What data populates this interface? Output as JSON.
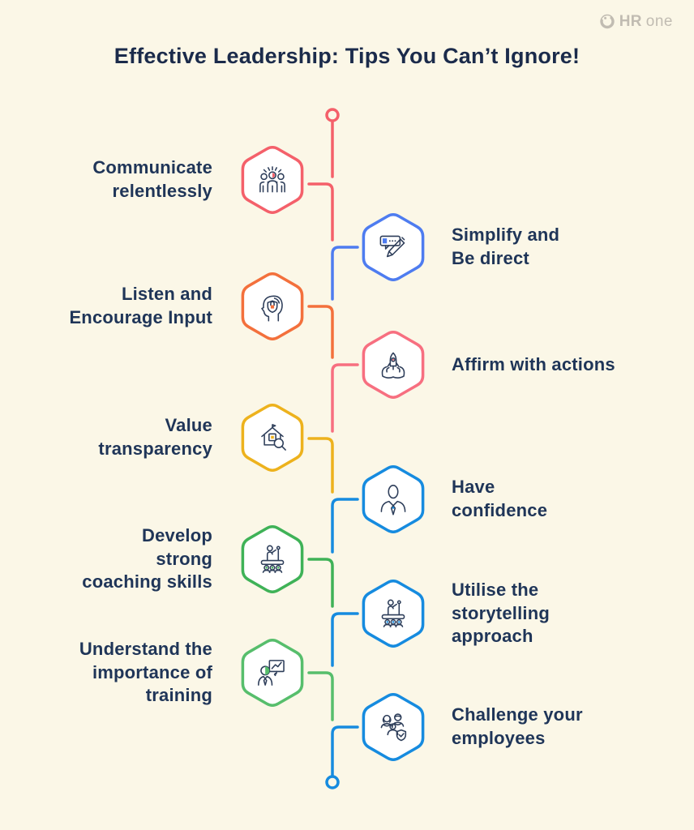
{
  "page": {
    "title": "Effective Leadership: Tips You Can’t Ignore!",
    "title_color": "#1B2B4B",
    "background": "#FBF7E7",
    "text_color": "#1F3558"
  },
  "logo": {
    "brand_bold": "HR",
    "brand_light": "one",
    "icon": "hrone-circle-icon",
    "color": "#C1BCB2"
  },
  "timeline": {
    "start_cap_color": "#F4606A",
    "end_cap_color": "#168BDF"
  },
  "items": [
    {
      "label": "Communicate\nrelentlessly",
      "side": "left",
      "color": "#F4606A",
      "accent": "#F4606A",
      "icon": "people-group-icon"
    },
    {
      "label": "Simplify and\nBe direct",
      "side": "right",
      "color": "#4E7CF0",
      "accent": "#4E7CF0",
      "icon": "message-pen-icon"
    },
    {
      "label": "Listen and\nEncourage Input",
      "side": "left",
      "color": "#F3703C",
      "accent": "#F3703C",
      "icon": "head-shield-icon"
    },
    {
      "label": "Affirm with actions",
      "side": "right",
      "color": "#F76F80",
      "accent": "#F4606A",
      "icon": "hands-rocket-icon"
    },
    {
      "label": "Value\ntransparency",
      "side": "left",
      "color": "#EDB21D",
      "accent": "#EDB21D",
      "icon": "house-magnifier-icon"
    },
    {
      "label": "Have\nconfidence",
      "side": "right",
      "color": "#168BDF",
      "accent": "#168BDF",
      "icon": "person-tie-icon"
    },
    {
      "label": "Develop\nstrong\ncoaching skills",
      "side": "left",
      "color": "#3FB257",
      "accent": "#3FB257",
      "icon": "presenter-audience-icon"
    },
    {
      "label": "Utilise the\nstorytelling\napproach",
      "side": "right",
      "color": "#168BDF",
      "accent": "#168BDF",
      "icon": "presenter-audience-icon"
    },
    {
      "label": "Understand the\nimportance of\ntraining",
      "side": "left",
      "color": "#57BE6C",
      "accent": "#57BE6C",
      "icon": "person-chart-icon"
    },
    {
      "label": "Challenge your\nemployees",
      "side": "right",
      "color": "#168BDF",
      "accent": "#168BDF",
      "icon": "team-shield-icon"
    }
  ]
}
